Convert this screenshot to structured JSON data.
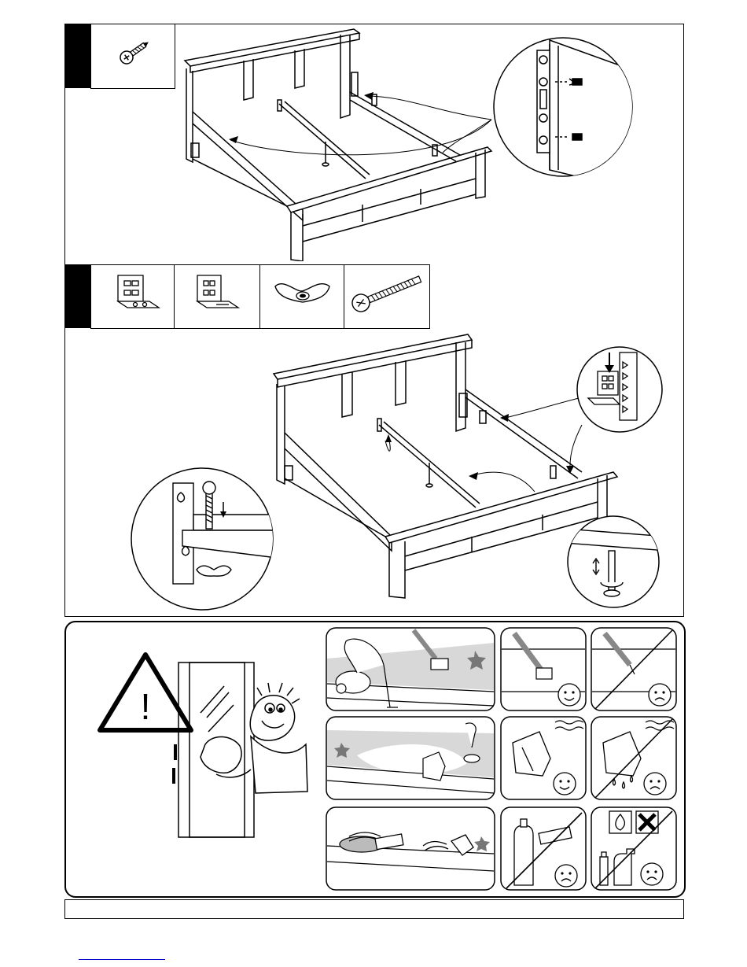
{
  "document": {
    "type": "furniture assembly instruction sheet",
    "colors": {
      "ink": "#000000",
      "paper": "#ffffff",
      "step_marker": "#000000",
      "grey_tint": "#d8d8d8",
      "star": "#777777"
    }
  },
  "step1": {
    "parts": [
      {
        "icon": "screw-icon"
      }
    ]
  },
  "step2": {
    "parts": [
      {
        "icon": "bracket-with-slots-icon"
      },
      {
        "icon": "bracket-angle-icon"
      },
      {
        "icon": "wing-nut-icon"
      },
      {
        "icon": "threaded-bolt-icon"
      }
    ]
  },
  "care": {
    "warning_symbol": "!",
    "tiles": [
      {
        "icon": "vacuum-cleaner-icon"
      },
      {
        "icon": "soft-brush-icon",
        "face": "happy"
      },
      {
        "icon": "brush-forbidden-icon",
        "face": "sad"
      },
      {
        "icon": "damp-cloth-icon"
      },
      {
        "icon": "damp-cloth-icon",
        "face": "happy"
      },
      {
        "icon": "wet-cloth-forbidden-icon",
        "face": "sad"
      },
      {
        "icon": "scouring-pad-icon"
      },
      {
        "icon": "cleaner-bottle-forbidden-icon",
        "face": "sad"
      },
      {
        "icon": "flammable-spray-forbidden-icon",
        "face": "sad"
      }
    ]
  }
}
